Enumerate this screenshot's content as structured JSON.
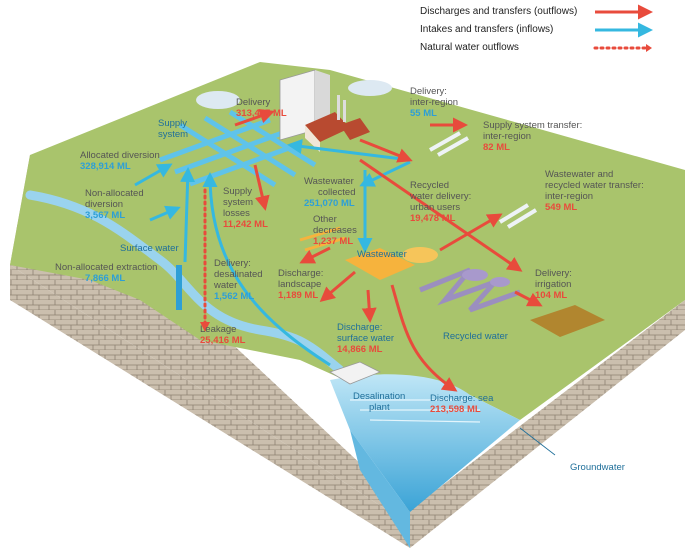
{
  "legend": {
    "outflows": "Discharges and transfers (outflows)",
    "inflows": "Intakes and transfers (inflows)",
    "natural": "Natural water outflows"
  },
  "colors": {
    "outflow": "#e84b3c",
    "inflow": "#35b8e0",
    "natural": "#e84b3c",
    "land": "#a9c46c",
    "rock": "#c7b8a3",
    "water": "#8fd0ec"
  },
  "labels": {
    "delivery": {
      "name": "Delivery",
      "value": "313,447 ML"
    },
    "supply_system": {
      "name1": "Supply",
      "name2": "system"
    },
    "delivery_inter_region": {
      "name1": "Delivery:",
      "name2": "inter-region",
      "value": "55 ML"
    },
    "supply_transfer": {
      "name1": "Supply system transfer:",
      "name2": "inter-region",
      "value": "82 ML"
    },
    "allocated_diversion": {
      "name": "Allocated diversion",
      "value": "328,914 ML"
    },
    "non_allocated_diversion": {
      "name1": "Non-allocated",
      "name2": "diversion",
      "value": "3,567 ML"
    },
    "surface_water": {
      "name": "Surface water"
    },
    "non_allocated_extraction": {
      "name": "Non-allocated extraction",
      "value": "7,866 ML"
    },
    "supply_losses": {
      "name1": "Supply",
      "name2": "system",
      "name3": "losses",
      "value": "11,242 ML"
    },
    "wastewater_collected": {
      "name1": "Wastewater",
      "name2": "collected",
      "value": "251,070 ML"
    },
    "other_decreases": {
      "name1": "Other",
      "name2": "decreases",
      "value": "1,237 ML"
    },
    "recycled_delivery": {
      "name1": "Recycled",
      "name2": "water delivery:",
      "name3": "urban users",
      "value": "19,478 ML"
    },
    "wastewater_transfer": {
      "name1": "Wastewater and",
      "name2": "recycled water transfer:",
      "name3": "inter-region",
      "value": "549 ML"
    },
    "wastewater": {
      "name": "Wastewater"
    },
    "delivery_desal": {
      "name1": "Delivery:",
      "name2": "desalinated",
      "name3": "water",
      "value": "1,562 ML"
    },
    "discharge_landscape": {
      "name1": "Discharge:",
      "name2": "landscape",
      "value": "1,189 ML"
    },
    "delivery_irrigation": {
      "name1": "Delivery:",
      "name2": "irrigation",
      "value": "104 ML"
    },
    "leakage": {
      "name": "Leakage",
      "value": "25,416 ML"
    },
    "discharge_surface": {
      "name1": "Discharge:",
      "name2": "surface water",
      "value": "14,866 ML"
    },
    "recycled_water": {
      "name": "Recycled water"
    },
    "desal_plant": {
      "name1": "Desalination",
      "name2": "plant"
    },
    "discharge_sea": {
      "name": "Discharge: sea",
      "value": "213,598 ML"
    },
    "groundwater": {
      "name": "Groundwater"
    }
  }
}
